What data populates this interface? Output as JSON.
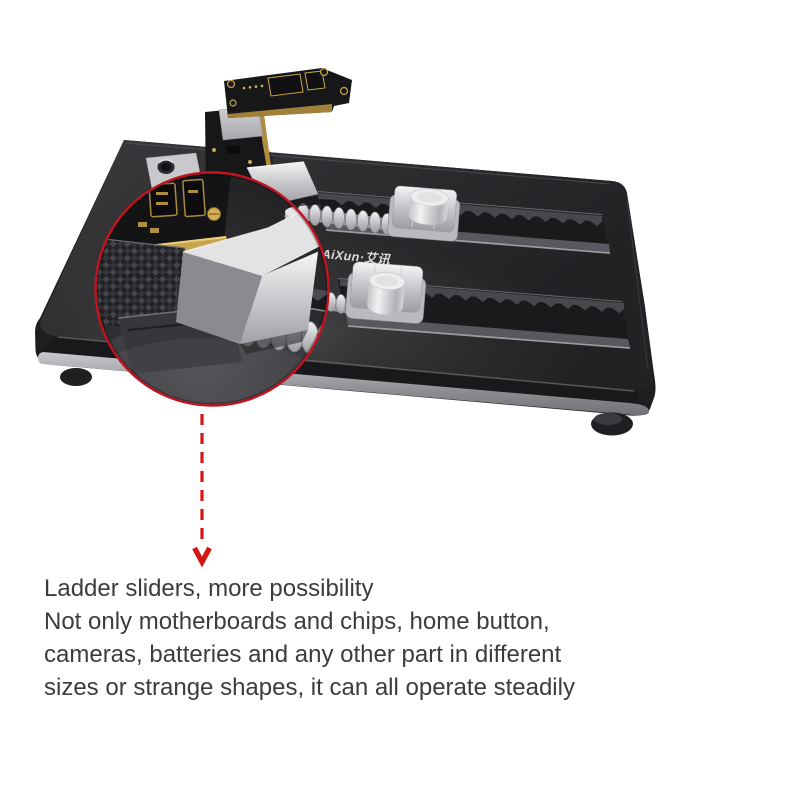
{
  "scene": {
    "brand_label": "AiXun·艾讯"
  },
  "callout": {
    "title": "Ladder sliders, more possibility",
    "body_lines": [
      "Not only motherboards and chips, home button,",
      "cameras, batteries and any other part in different",
      "sizes or strange shapes, it can all operate steadily"
    ]
  },
  "colors": {
    "accent_red": "#c11420",
    "arrow_red": "#d31616",
    "caption_text": "#3c3c3c",
    "background": "#ffffff",
    "platform_dark": "#2c2c2f",
    "chrome_silver": "#d8d8dc",
    "pcb_gold": "#c9a44e",
    "pcb_black": "#141416"
  },
  "icons": {
    "magnifier_circle": "zoom-detail-circle",
    "callout_arrow": "dashed-down-arrow"
  }
}
